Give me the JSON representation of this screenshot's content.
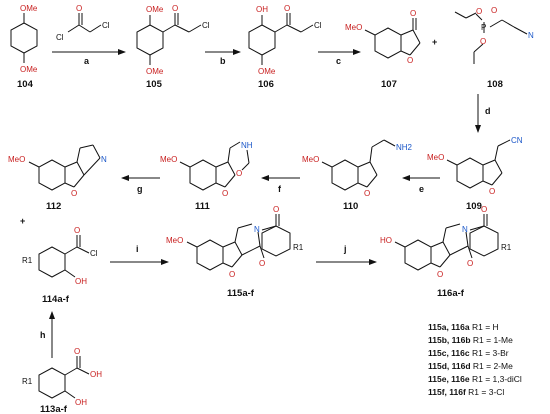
{
  "compounds": {
    "c104": "104",
    "c105": "105",
    "c106": "106",
    "c107": "107",
    "c108": "108",
    "c109": "109",
    "c110": "110",
    "c111": "111",
    "c112": "112",
    "c113": "113a-f",
    "c114": "114a-f",
    "c115": "115a-f",
    "c116": "116a-f"
  },
  "steps": {
    "a": "a",
    "b": "b",
    "c": "c",
    "d": "d",
    "e": "e",
    "f": "f",
    "g": "g",
    "h": "h",
    "i": "i",
    "j": "j"
  },
  "atoms": {
    "OMe": "OMe",
    "OH": "OH",
    "O": "O",
    "Cl": "Cl",
    "N": "N",
    "NH": "NH",
    "NH2": "NH2",
    "CN": "CN",
    "P": "P",
    "MeO": "MeO",
    "HO": "HO",
    "R1": "R1",
    "plus": "+"
  },
  "legend": [
    {
      "bold": "115a, 116a",
      "text": "R1 = H"
    },
    {
      "bold": "115b, 116b",
      "text": "R1 = 1-Me"
    },
    {
      "bold": "115c, 116c",
      "text": "R1 = 3-Br"
    },
    {
      "bold": "115d, 116d",
      "text": "R1 = 2-Me"
    },
    {
      "bold": "115e, 116e",
      "text": "R1 = 1,3-diCl"
    },
    {
      "bold": "115f, 116f",
      "text": "R1 = 3-Cl"
    }
  ]
}
